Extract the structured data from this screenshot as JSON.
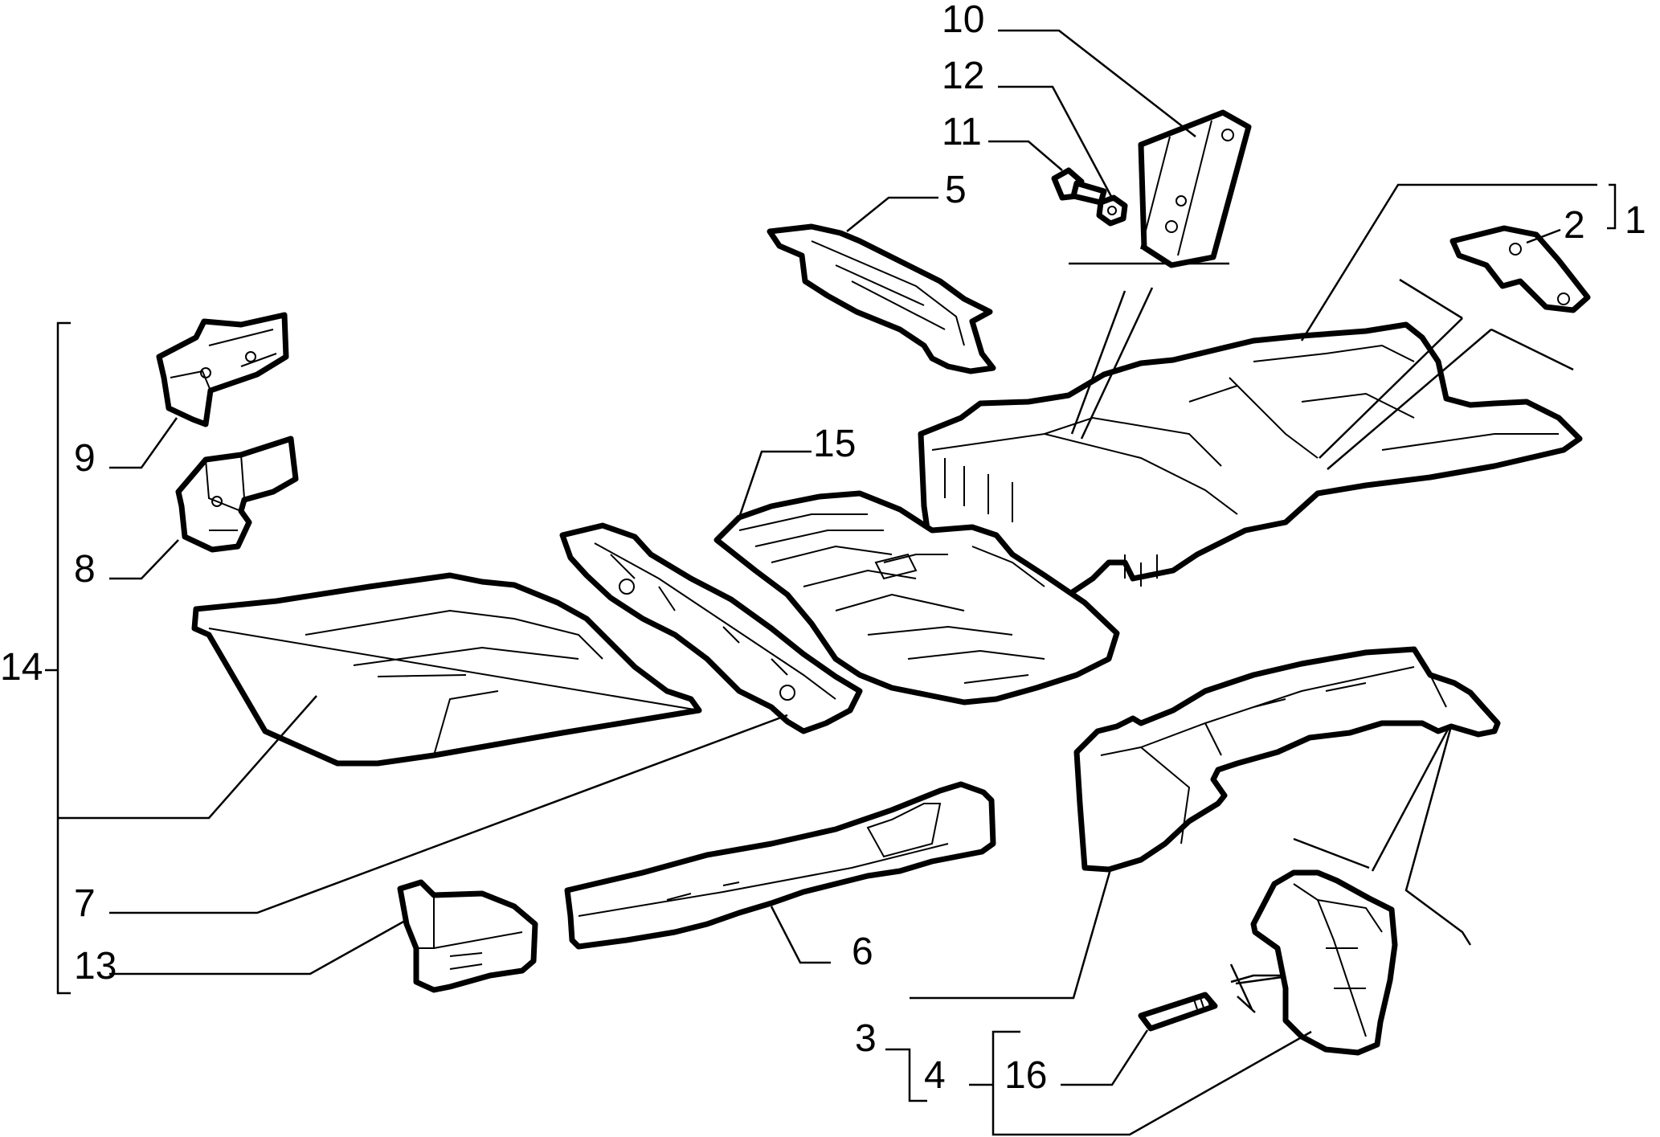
{
  "diagram": {
    "background": "#ffffff",
    "ink": "#000000",
    "callouts": {
      "c1": "1",
      "c2": "2",
      "c3": "3",
      "c4": "4",
      "c5": "5",
      "c6": "6",
      "c7": "7",
      "c8": "8",
      "c9": "9",
      "c10": "10",
      "c11": "11",
      "c12": "12",
      "c13": "13",
      "c14": "14",
      "c15": "15",
      "c16": "16"
    }
  }
}
